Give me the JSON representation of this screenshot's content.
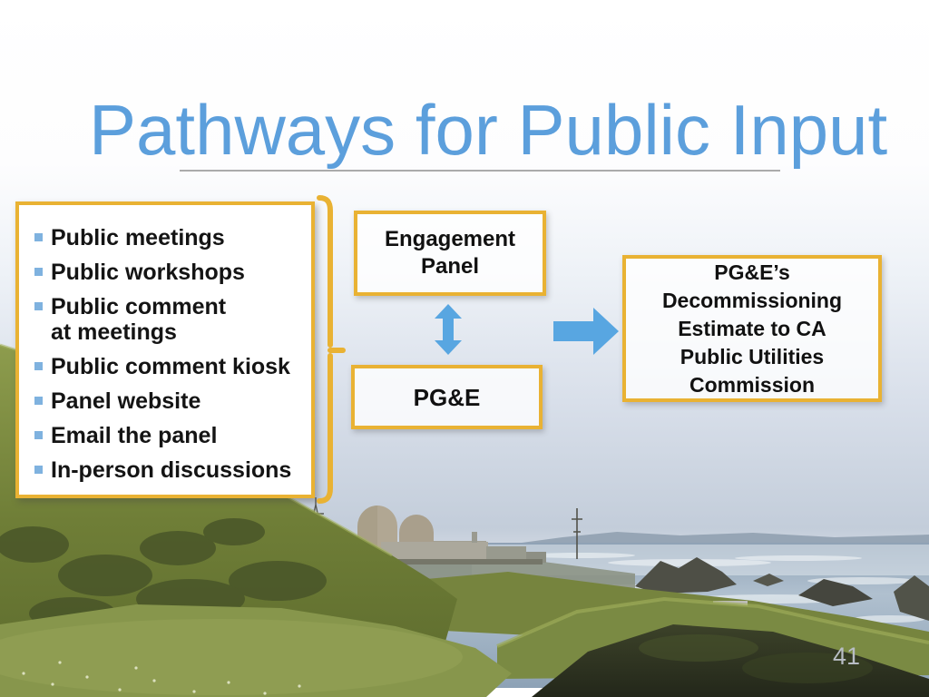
{
  "slide": {
    "title": "Pathways for Public Input",
    "page_number": "41"
  },
  "bullets": {
    "items": [
      "Public meetings",
      "Public workshops",
      "Public comment\nat meetings",
      "Public comment kiosk",
      "Panel website",
      "Email the panel",
      "In-person discussions"
    ]
  },
  "diagram": {
    "engagement_panel": "Engagement\nPanel",
    "pge": "PG&E",
    "outcome": "PG&E’s\nDecommissioning\nEstimate to CA\nPublic Utilities\nCommission"
  },
  "icons": {
    "bullet_marker": "square",
    "two_way_arrow": "vertical double-headed arrow",
    "right_arrow": "right-pointing block arrow",
    "brace": "right square brace grouping list to diagram"
  },
  "colors": {
    "title_blue": "#5c9fdc",
    "accent_yellow": "#e9b233",
    "arrow_blue": "#58a6e1",
    "bullet_blue": "#7fb2df",
    "underline_gray": "#ababab",
    "page_number_gray": "#b8bdc5"
  }
}
